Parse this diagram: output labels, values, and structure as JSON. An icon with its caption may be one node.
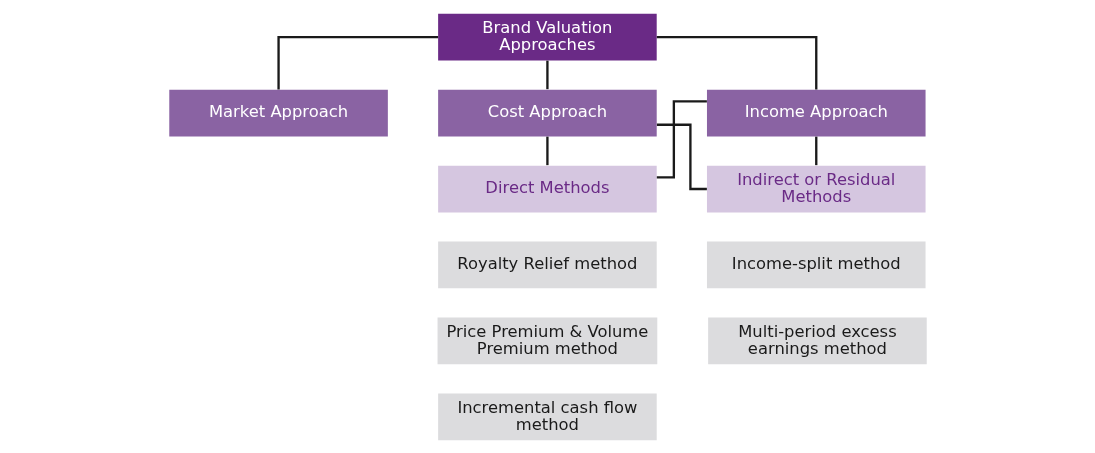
{
  "diagram": {
    "nodes": [
      {
        "text": [
          "Brand Valuation Approaches"
        ]
      },
      {
        "text": [
          "Market Approach"
        ]
      },
      {
        "text": [
          "Cost Approach"
        ]
      },
      {
        "text": [
          "Income Approach"
        ]
      },
      {
        "text": [
          "Direct Methods"
        ]
      },
      {
        "text": [
          "Indirect or Residual Methods"
        ]
      },
      {
        "text": [
          "Royalty Relief method"
        ]
      },
      {
        "text": [
          "Price Premium & Volume Premium method"
        ]
      },
      {
        "text": [
          "Incremental cash flow method"
        ]
      },
      {
        "text": [
          "Income-split method"
        ]
      },
      {
        "text": [
          "Multi-period excess earnings method"
        ]
      }
    ],
    "edges": [
      {
        "from": 0,
        "to": 1,
        "arrow": "none"
      },
      {
        "from": 0,
        "to": 2,
        "arrow": "none"
      },
      {
        "from": 0,
        "to": 3,
        "arrow": "none"
      },
      {
        "from": 2,
        "to": 4,
        "arrow": "none"
      },
      {
        "from": 2,
        "to": 5,
        "arrow": "none"
      },
      {
        "from": 3,
        "to": 4,
        "arrow": "none"
      },
      {
        "from": 3,
        "to": 5,
        "arrow": "none"
      }
    ]
  }
}
